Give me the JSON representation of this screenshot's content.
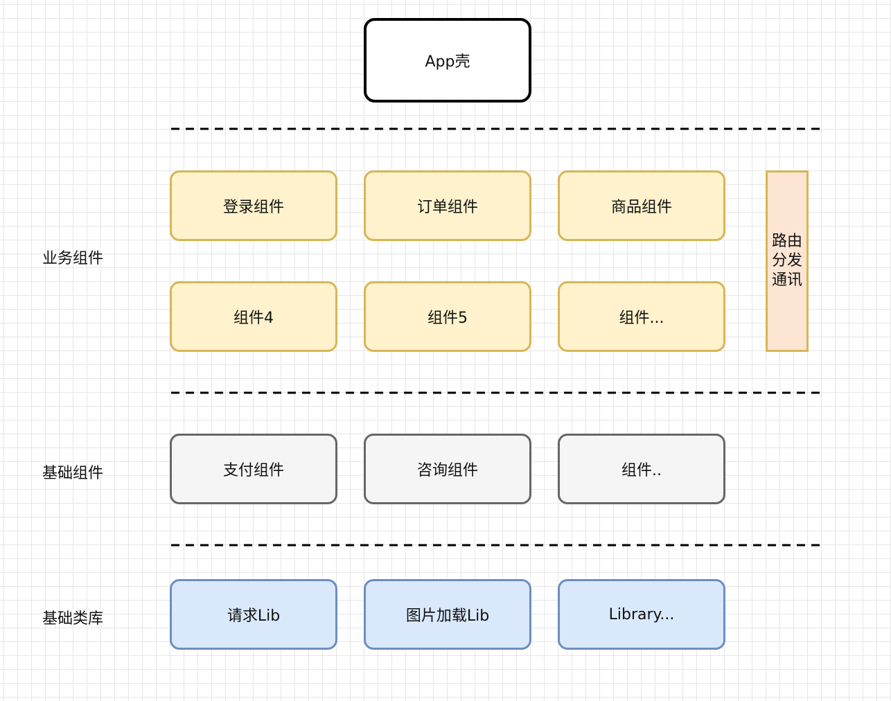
{
  "shell": {
    "label": "App壳"
  },
  "layers": {
    "business": "业务组件",
    "base": "基础组件",
    "library": "基础类库"
  },
  "business_components": [
    "登录组件",
    "订单组件",
    "商品组件",
    "组件4",
    "组件5",
    "组件..."
  ],
  "router": {
    "label": "路由分发通讯"
  },
  "base_components": [
    "支付组件",
    "咨询组件",
    "组件.."
  ],
  "libraries": [
    "请求Lib",
    "图片加载Lib",
    "Library..."
  ],
  "colors": {
    "business_fill": "#fff2cc",
    "business_stroke": "#d6b656",
    "router_fill": "#fce5d3",
    "base_fill": "#f5f5f5",
    "base_stroke": "#666666",
    "library_fill": "#dae8fc",
    "library_stroke": "#6c8ebf",
    "divider": "#000000"
  }
}
